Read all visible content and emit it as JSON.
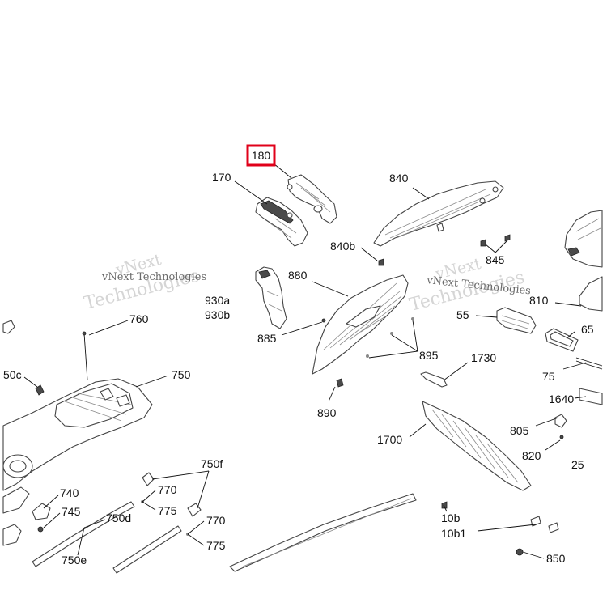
{
  "highlight": {
    "label": "180",
    "color": "#e0001a"
  },
  "watermark": {
    "big": "vNext",
    "big2": "Technologies",
    "small": "vNext Technologies"
  },
  "callouts": {
    "c170": "170",
    "c840": "840",
    "c840b": "840b",
    "c845": "845",
    "c880": "880",
    "c930a": "930a",
    "c930b": "930b",
    "c885": "885",
    "c895": "895",
    "c890": "890",
    "c760": "760",
    "c750": "750",
    "c750c": "50c",
    "c810": "810",
    "c55": "55",
    "c65": "65",
    "c75": "75",
    "c1730": "1730",
    "c1640": "1640",
    "c1700": "1700",
    "c805": "805",
    "c820": "820",
    "c25": "25",
    "c750f": "750f",
    "c770a": "770",
    "c775a": "775",
    "c770b": "770",
    "c775b": "775",
    "c740": "740",
    "c745": "745",
    "c750d": "750d",
    "c750e": "750e",
    "c10b": "10b",
    "c10b1": "10b1",
    "c850": "850"
  }
}
